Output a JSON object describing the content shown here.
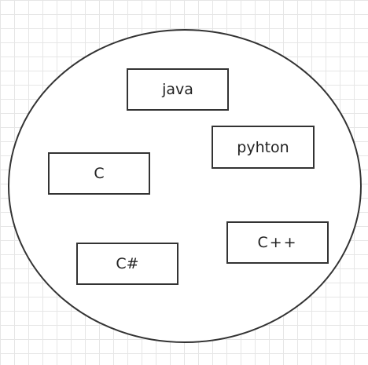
{
  "diagram": {
    "nodes": [
      {
        "id": "java",
        "label": "java"
      },
      {
        "id": "pyhton",
        "label": "pyhton"
      },
      {
        "id": "c",
        "label": "C"
      },
      {
        "id": "cpp",
        "label": "C++"
      },
      {
        "id": "csharp",
        "label": "C#"
      }
    ],
    "colors": {
      "stroke": "#333333",
      "grid": "#e6e6e6",
      "background": "#ffffff"
    }
  }
}
